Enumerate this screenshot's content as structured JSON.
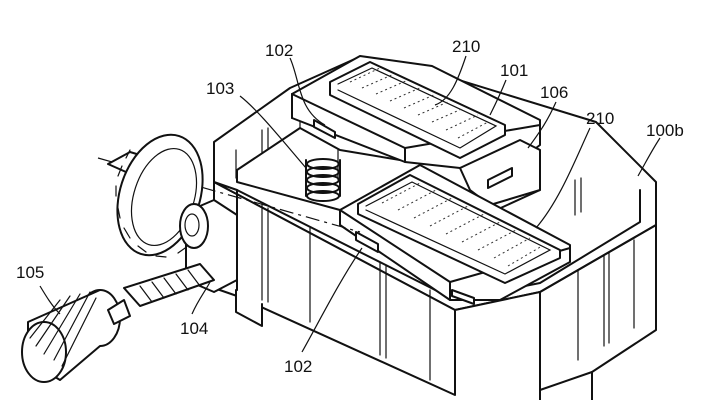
{
  "labels": {
    "l102_top": "102",
    "l210_top": "210",
    "l101": "101",
    "l103": "103",
    "l106": "106",
    "l210_right": "210",
    "l100b": "100b",
    "l105": "105",
    "l104": "104",
    "l102_bottom": "102"
  }
}
